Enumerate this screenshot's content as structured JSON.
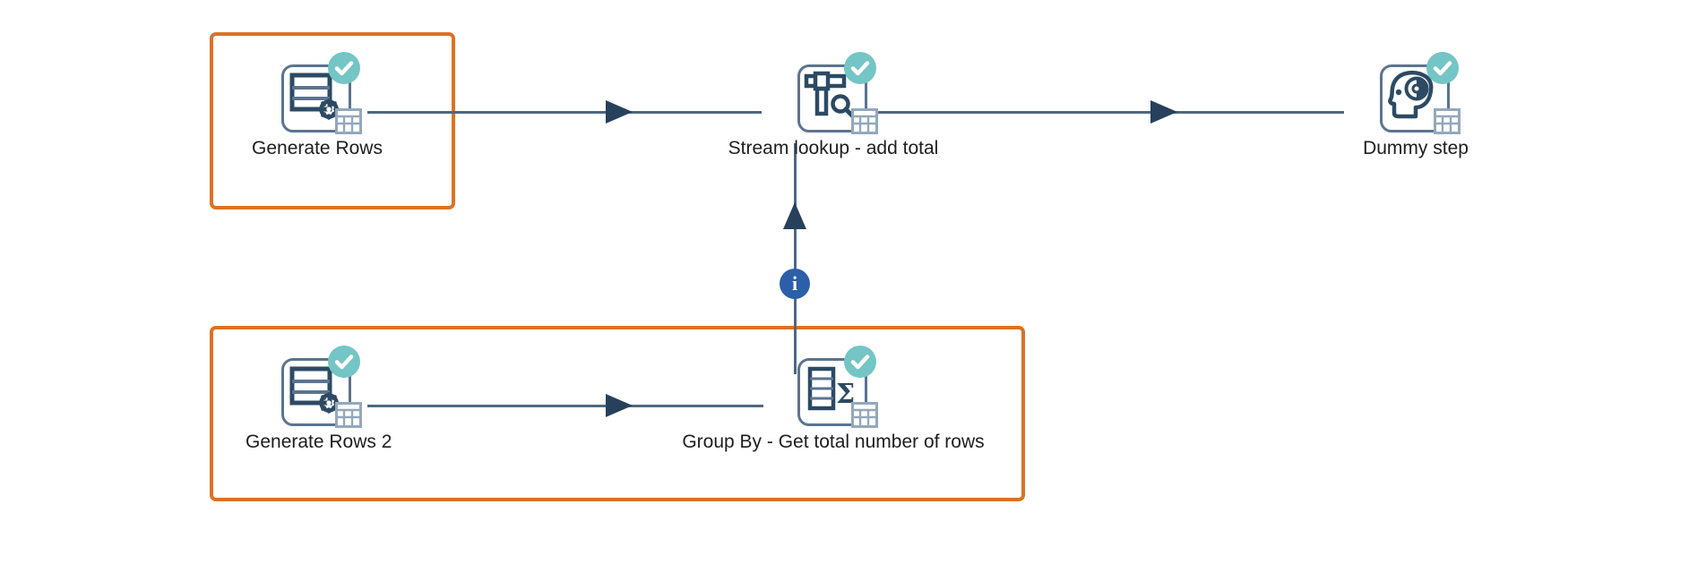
{
  "app": {
    "canvas_name": "pipeline-canvas",
    "background_color": "#ffffff"
  },
  "colors": {
    "selection_border": "#DD7123",
    "hop_line": "#4F6781",
    "hop_arrow": "#27405C",
    "icon_outline": "#2C4A63",
    "icon_frame": "#5B7490",
    "check_badge": "#74C5C5",
    "info_badge": "#2B5FA8",
    "label_text": "#1d1d1d"
  },
  "steps": [
    {
      "id": "generate-rows",
      "label": "Generate Rows",
      "icon": "generate-rows-icon",
      "status_badge": "check-circle-icon",
      "preview_badge": "data-grid-icon",
      "selected": true
    },
    {
      "id": "stream-lookup",
      "label": "Stream lookup - add total",
      "icon": "stream-lookup-icon",
      "status_badge": "check-circle-icon",
      "preview_badge": "data-grid-icon",
      "selected": false
    },
    {
      "id": "dummy-step",
      "label": "Dummy step",
      "icon": "dummy-step-icon",
      "status_badge": "check-circle-icon",
      "preview_badge": "data-grid-icon",
      "selected": false
    },
    {
      "id": "generate-rows-2",
      "label": "Generate Rows 2",
      "icon": "generate-rows-icon",
      "status_badge": "check-circle-icon",
      "preview_badge": "data-grid-icon",
      "selected": true
    },
    {
      "id": "group-by",
      "label": "Group By - Get total number of rows",
      "icon": "group-by-sigma-icon",
      "status_badge": "check-circle-icon",
      "preview_badge": "data-grid-icon",
      "selected": true
    }
  ],
  "hops": [
    {
      "id": "hop-generate-rows-to-stream-lookup",
      "from": "generate-rows",
      "to": "stream-lookup",
      "direction": "right",
      "badge": null
    },
    {
      "id": "hop-stream-lookup-to-dummy-step",
      "from": "stream-lookup",
      "to": "dummy-step",
      "direction": "right",
      "badge": null
    },
    {
      "id": "hop-generate-rows-2-to-group-by",
      "from": "generate-rows-2",
      "to": "group-by",
      "direction": "right",
      "badge": null
    },
    {
      "id": "hop-group-by-to-stream-lookup",
      "from": "group-by",
      "to": "stream-lookup",
      "direction": "up",
      "badge": "info-icon",
      "badge_text": "i"
    }
  ],
  "selection_boxes": [
    {
      "id": "selection-generate-rows",
      "contains": [
        "generate-rows"
      ]
    },
    {
      "id": "selection-generate-rows-2-group-by",
      "contains": [
        "generate-rows-2",
        "group-by"
      ]
    }
  ]
}
